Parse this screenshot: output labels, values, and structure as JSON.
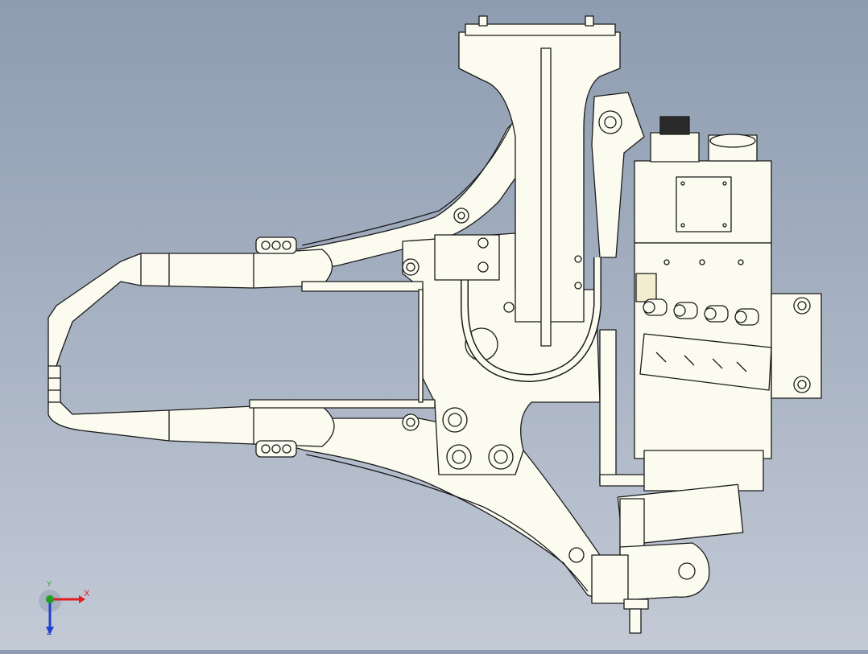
{
  "viewport": {
    "background_top": "#8e9cb1",
    "background_bottom": "#c3cad6",
    "model_fill": "#fbfbf0",
    "model_edge": "#1a1a1a"
  },
  "triad": {
    "x_label": "X",
    "y_label": "Y",
    "z_label": "Z",
    "x_color": "#e02020",
    "y_color": "#20a020",
    "z_color": "#2040d0"
  }
}
